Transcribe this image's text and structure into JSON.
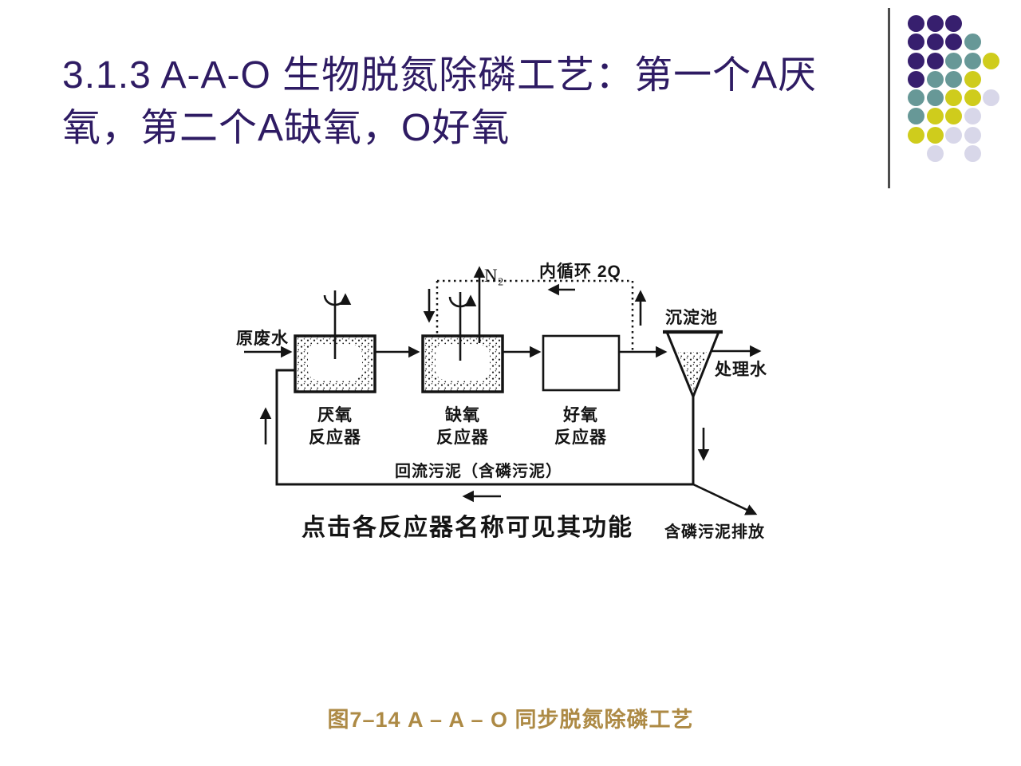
{
  "slide": {
    "title": {
      "line1": "3.1.3 A-A-O 生物脱氮除磷工艺：第一个A厌",
      "line2": "氧，第二个A缺氧，O好氧",
      "color": "#2e1b63"
    },
    "caption": {
      "text": "图7–14 A – A – O 同步脱氮除磷工艺",
      "color": "#ad8a45"
    }
  },
  "decoration": {
    "divider_color": "#4d4d4d",
    "dot_colors": {
      "P": "#371f6e",
      "T": "#679897",
      "Y": "#cfcc1c",
      "L": "#d8d7e9"
    },
    "dot_rows": [
      [
        "P",
        "P",
        "P",
        null,
        null
      ],
      [
        "P",
        "P",
        "P",
        "T",
        null
      ],
      [
        "P",
        "P",
        "T",
        "T",
        "Y"
      ],
      [
        "P",
        "T",
        "T",
        "Y",
        null
      ],
      [
        "T",
        "T",
        "Y",
        "Y",
        "L"
      ],
      [
        "T",
        "Y",
        "Y",
        "L",
        null
      ],
      [
        "Y",
        "Y",
        "L",
        "L",
        null
      ],
      [
        null,
        "L",
        null,
        "L",
        null
      ]
    ]
  },
  "diagram": {
    "line_color": "#141414",
    "labels": {
      "influent": "原废水",
      "n2": "N₂",
      "internal_recycle": "内循环 2Q",
      "clarifier": "沉淀池",
      "effluent": "处理水",
      "reactor1_line1": "厌氧",
      "reactor1_line2": "反应器",
      "reactor2_line1": "缺氧",
      "reactor2_line2": "反应器",
      "reactor3_line1": "好氧",
      "reactor3_line2": "反应器",
      "return_sludge": "回流污泥（含磷污泥）",
      "sludge_discharge": "含磷污泥排放",
      "hint": "点击各反应器名称可见其功能",
      "hint_color": "#c5391f"
    }
  }
}
